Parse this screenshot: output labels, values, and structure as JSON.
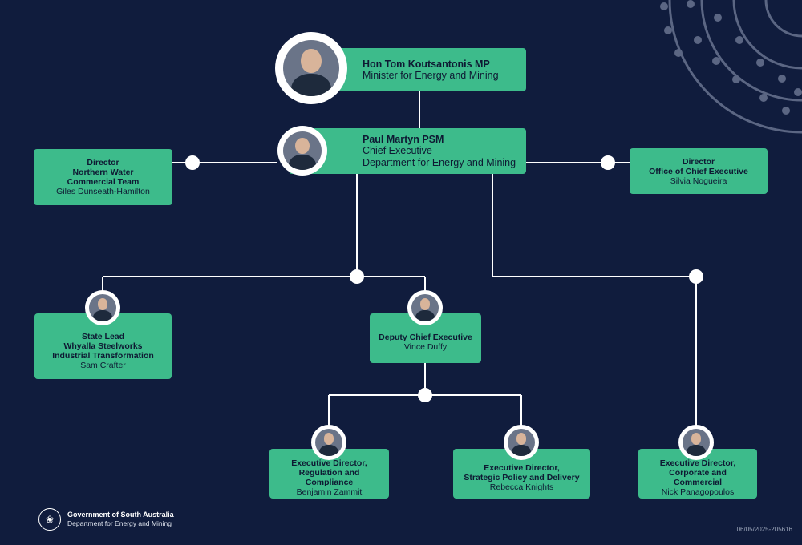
{
  "nodes": {
    "minister": {
      "title": "Hon Tom Koutsantonis MP",
      "role": "Minister for Energy and Mining"
    },
    "ceo": {
      "title": "Paul Martyn PSM",
      "role": "Chief Executive",
      "dept": "Department for Energy and Mining"
    },
    "director_nw": {
      "l1": "Director",
      "l2": "Northern Water",
      "l3": "Commercial Team",
      "name": "Giles Dunseath-Hamilton"
    },
    "director_oce": {
      "l1": "Director",
      "l2": "Office of Chief Executive",
      "name": "Silvia Nogueira"
    },
    "state_lead": {
      "l1": "State Lead",
      "l2": "Whyalla Steelworks",
      "l3": "Industrial Transformation",
      "name": "Sam Crafter"
    },
    "deputy": {
      "l1": "Deputy Chief Executive",
      "name": "Vince Duffy"
    },
    "ed_regulation": {
      "l1": "Executive Director,",
      "l2": "Regulation and Compliance",
      "name": "Benjamin Zammit"
    },
    "ed_strategic": {
      "l1": "Executive Director,",
      "l2": "Strategic Policy and Delivery",
      "name": "Rebecca Knights"
    },
    "ed_corporate": {
      "l1": "Executive Director,",
      "l2": "Corporate and Commercial",
      "name": "Nick Panagopoulos"
    }
  },
  "footer": {
    "gov": "Government of South Australia",
    "dept": "Department for Energy and Mining",
    "docref": "06/05/2025-205616"
  },
  "colors": {
    "background": "#101c3d",
    "box": "#3dbb8b",
    "line": "#ffffff",
    "text": "#0e1a33"
  },
  "icons": {
    "seal": "sa-government-crest-icon",
    "avatar": "person-photo-icon",
    "decoration": "concentric-dots-arcs"
  }
}
